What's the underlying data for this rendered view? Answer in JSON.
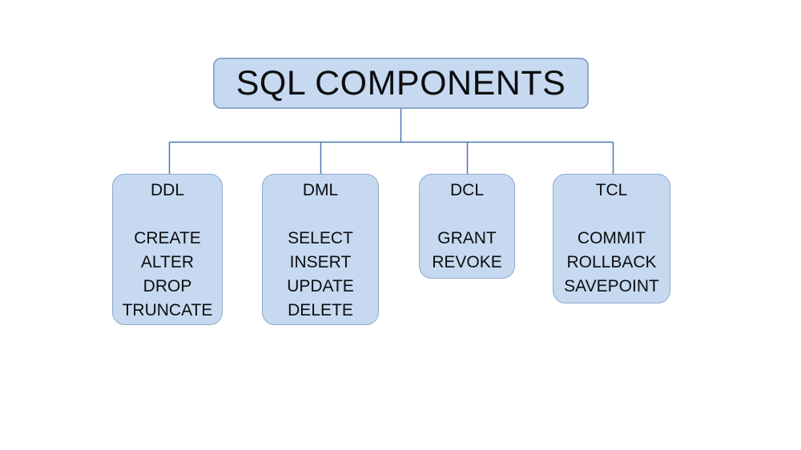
{
  "diagram": {
    "title": "SQL COMPONENTS",
    "colors": {
      "box_fill": "#c6d9f1",
      "box_border": "#8fa9c9",
      "connector": "#4a76b0",
      "text": "#0d0d0d",
      "background": "#ffffff"
    },
    "nodes": [
      {
        "id": "ddl",
        "label": "DDL",
        "items": [
          "CREATE",
          "ALTER",
          "DROP",
          "TRUNCATE"
        ]
      },
      {
        "id": "dml",
        "label": "DML",
        "items": [
          "SELECT",
          "INSERT",
          "UPDATE",
          "DELETE"
        ]
      },
      {
        "id": "dcl",
        "label": "DCL",
        "items": [
          "GRANT",
          "REVOKE"
        ]
      },
      {
        "id": "tcl",
        "label": "TCL",
        "items": [
          "COMMIT",
          "ROLLBACK",
          "SAVEPOINT"
        ]
      }
    ]
  }
}
